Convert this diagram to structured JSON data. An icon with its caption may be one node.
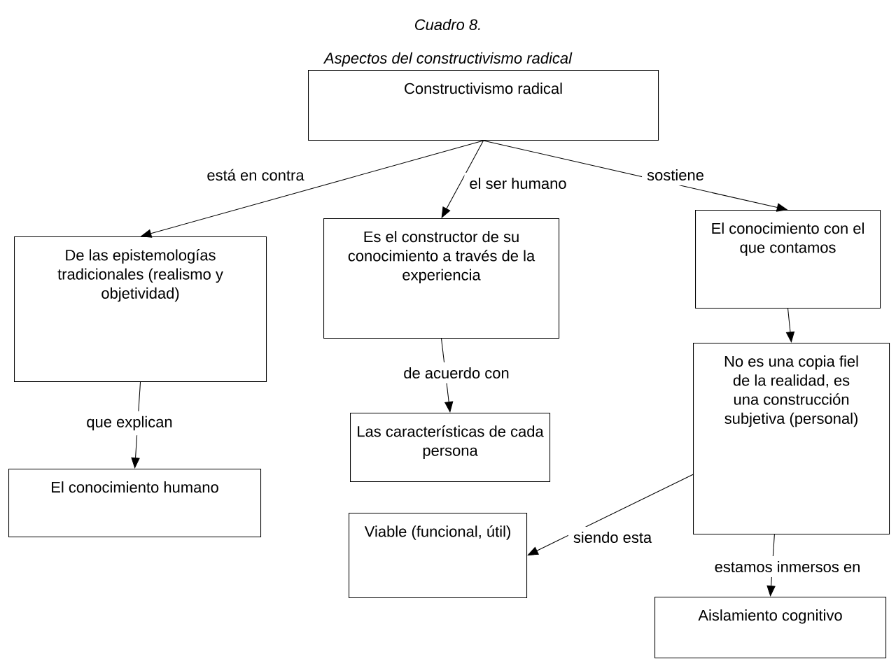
{
  "diagram": {
    "title": "Cuadro 8.",
    "nodes": [
      {
        "text": [
          "Constructivismo radical"
        ]
      },
      {
        "text": [
          "De las epistemologías tradicionales (realismo y objetividad)"
        ]
      },
      {
        "text": [
          "El conocimiento humano"
        ]
      },
      {
        "text": [
          "Es el constructor de su conocimiento a través de la experiencia"
        ]
      },
      {
        "text": [
          "Las características de cada persona"
        ]
      },
      {
        "text": [
          "Viable (funcional, útil)"
        ]
      },
      {
        "text": [
          "El conocimiento con el que contamos"
        ]
      },
      {
        "text": [
          "No es una copia fiel de la realidad, es una construcción subjetiva (personal)"
        ]
      },
      {
        "text": [
          "Aislamiento cognitivo"
        ]
      }
    ],
    "edges": [
      {
        "from": 0,
        "to": 1,
        "arrow": "to",
        "label": "está en contra"
      },
      {
        "from": 0,
        "to": 3,
        "arrow": "to",
        "label": "el ser humano"
      },
      {
        "from": 0,
        "to": 6,
        "arrow": "to",
        "label": "sostiene"
      },
      {
        "from": 6,
        "to": 7,
        "arrow": "to"
      },
      {
        "from": 1,
        "to": 2,
        "arrow": "to",
        "label": "que explican"
      },
      {
        "from": 3,
        "to": 4,
        "arrow": "to",
        "label": "de acuerdo con"
      },
      {
        "from": 7,
        "to": 5,
        "arrow": "to",
        "label": "siendo esta"
      },
      {
        "from": 7,
        "to": 8,
        "arrow": "to",
        "label": "estamos inmersos en"
      }
    ],
    "labels": [
      "Aspectos del constructivismo radical"
    ]
  }
}
